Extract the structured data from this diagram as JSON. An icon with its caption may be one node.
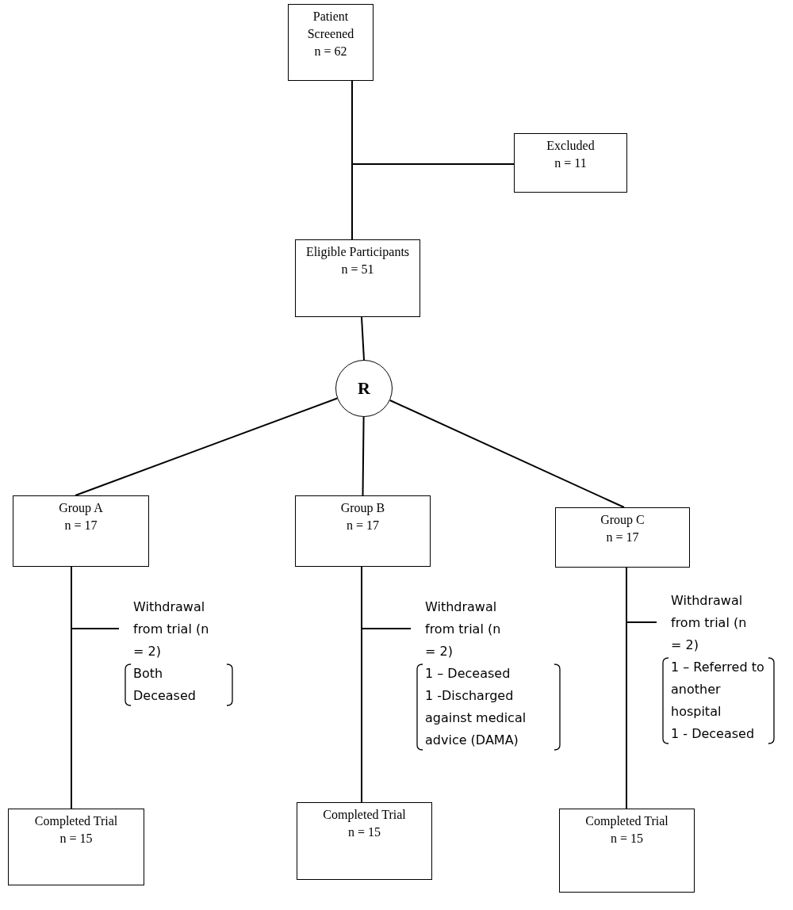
{
  "diagram": {
    "nodes": [
      {
        "text": [
          "Patient Screened",
          "n = 62"
        ]
      },
      {
        "text": [
          "Excluded",
          "n = 11"
        ]
      },
      {
        "text": [
          "Eligible Participants",
          "n = 51"
        ]
      },
      {
        "text": [
          "R"
        ]
      },
      {
        "text": [
          "Group A",
          "n = 17"
        ]
      },
      {
        "text": [
          "Group B",
          "n = 17"
        ]
      },
      {
        "text": [
          "Group C",
          "n = 17"
        ]
      },
      {
        "text": [
          "Withdrawal from trial (n = 2)",
          "Both Deceased"
        ]
      },
      {
        "text": [
          "Withdrawal from trial (n = 2)",
          "1 – Deceased",
          "1 -Discharged against medical advice (DAMA)"
        ]
      },
      {
        "text": [
          "Withdrawal from trial (n = 2)",
          "1 – Referred to another hospital",
          "1 - Deceased"
        ]
      },
      {
        "text": [
          "Completed Trial",
          "n = 15"
        ]
      },
      {
        "text": [
          "Completed Trial",
          "n = 15"
        ]
      },
      {
        "text": [
          "Completed Trial",
          "n = 15"
        ]
      }
    ],
    "edges": [
      {
        "from": 0,
        "to": 2,
        "arrow": "none"
      },
      {
        "from": 0,
        "to": 1,
        "arrow": "none"
      },
      {
        "from": 2,
        "to": 3,
        "arrow": "none"
      },
      {
        "from": 3,
        "to": 4,
        "arrow": "none"
      },
      {
        "from": 3,
        "to": 5,
        "arrow": "none"
      },
      {
        "from": 3,
        "to": 6,
        "arrow": "none"
      },
      {
        "from": 4,
        "to": 10,
        "arrow": "none"
      },
      {
        "from": 4,
        "to": 7,
        "arrow": "none"
      },
      {
        "from": 5,
        "to": 11,
        "arrow": "none"
      },
      {
        "from": 5,
        "to": 8,
        "arrow": "none"
      },
      {
        "from": 6,
        "to": 12,
        "arrow": "none"
      },
      {
        "from": 6,
        "to": 9,
        "arrow": "none"
      }
    ]
  }
}
